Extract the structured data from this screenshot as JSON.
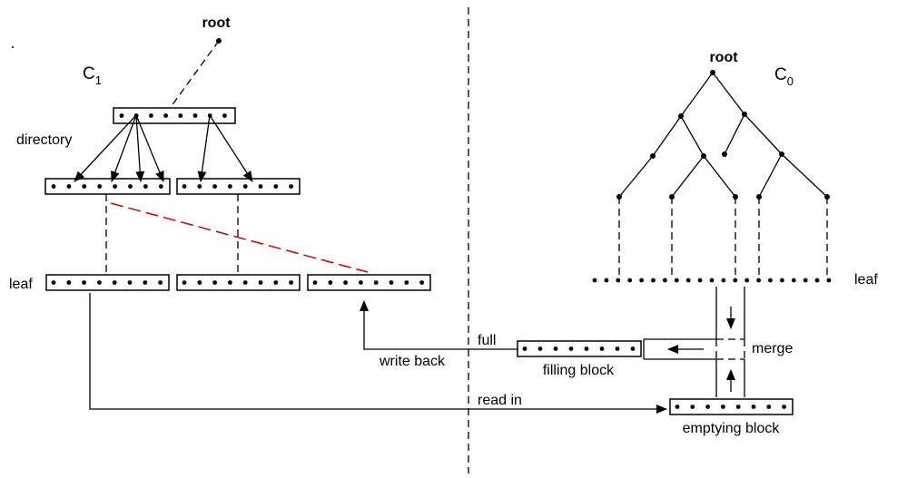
{
  "labels": {
    "root_left": "root",
    "root_right": "root",
    "c1_base": "C",
    "c1_sub": "1",
    "c0_base": "C",
    "c0_sub": "0",
    "directory": "directory",
    "leaf_left": "leaf",
    "leaf_right": "leaf",
    "full": "full",
    "write_back": "write back",
    "filling_block": "filling block",
    "merge": "merge",
    "read_in": "read in",
    "emptying_block": "emptying block"
  },
  "colors": {
    "ink": "#000000",
    "highlight_dash": "#cc0000",
    "background": "#ffffff"
  }
}
